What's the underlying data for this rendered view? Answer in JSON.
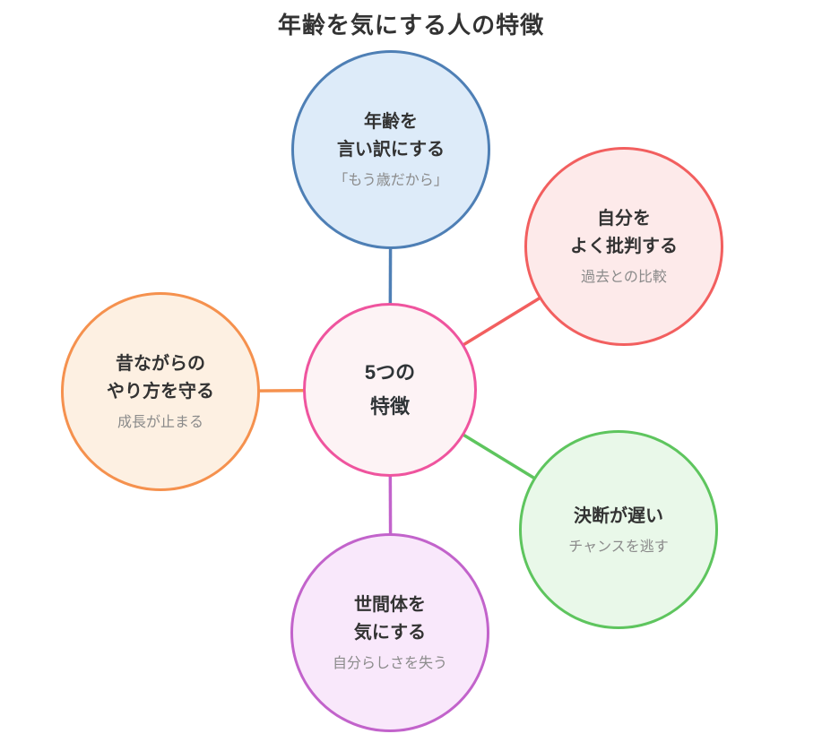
{
  "title": "年齢を気にする人の特徴",
  "center": {
    "label": "5つの\n特徴",
    "border_color": "#ef549e",
    "fill_color": "#fdf3f5"
  },
  "nodes": [
    {
      "id": "age-excuse",
      "label": "年齢を\n言い訳にする",
      "subtitle": "「もう歳だから」",
      "border_color": "#4e7fb5",
      "fill_color": "#ddebf9",
      "position": "top"
    },
    {
      "id": "self-criticism",
      "label": "自分を\nよく批判する",
      "subtitle": "過去との比較",
      "border_color": "#f25f5f",
      "fill_color": "#fdeaea",
      "position": "upper-right"
    },
    {
      "id": "slow-decision",
      "label": "決断が遅い",
      "subtitle": "チャンスを逃す",
      "border_color": "#5ec55e",
      "fill_color": "#e9f8e9",
      "position": "lower-right"
    },
    {
      "id": "public-image",
      "label": "世間体を\n気にする",
      "subtitle": "自分らしさを失う",
      "border_color": "#c263cb",
      "fill_color": "#f9e8fb",
      "position": "bottom"
    },
    {
      "id": "old-ways",
      "label": "昔ながらの\nやり方を守る",
      "subtitle": "成長が止まる",
      "border_color": "#f5914e",
      "fill_color": "#fdf0e2",
      "position": "left"
    }
  ]
}
